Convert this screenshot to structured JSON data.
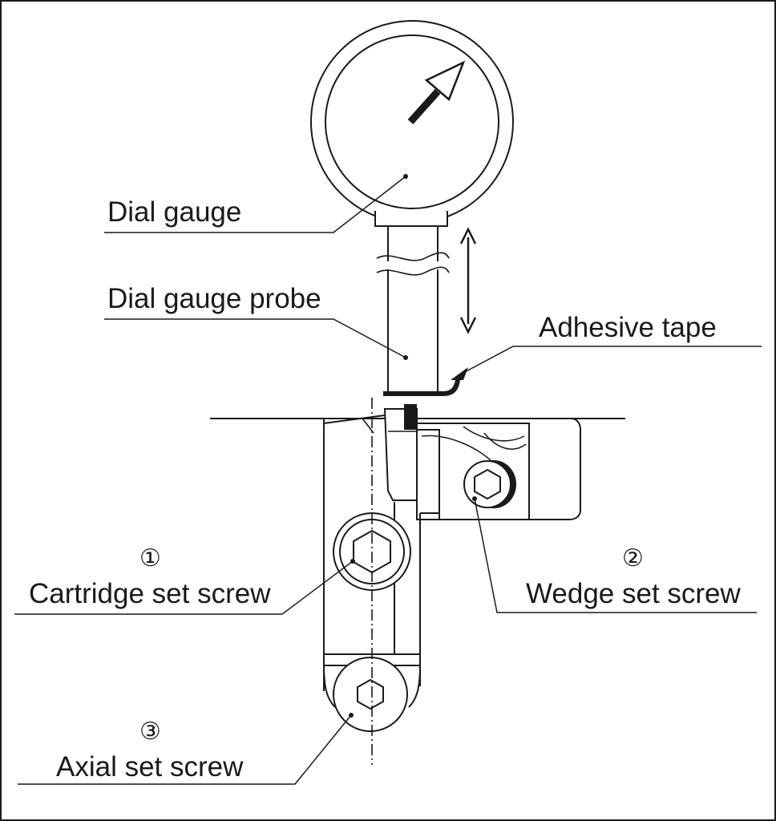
{
  "labels": {
    "dial_gauge": "Dial gauge",
    "dial_gauge_probe": "Dial gauge probe",
    "adhesive_tape": "Adhesive tape",
    "cartridge_number": "①",
    "cartridge_set_screw": "Cartridge set screw",
    "wedge_number": "②",
    "wedge_set_screw": "Wedge set screw",
    "axial_number": "③",
    "axial_set_screw": "Axial set screw"
  },
  "colors": {
    "line": "#1a1a1a",
    "background": "#ffffff"
  },
  "icons": {
    "probe_motion": "double-arrow-icon",
    "hex_socket": "hex-socket-icon"
  }
}
